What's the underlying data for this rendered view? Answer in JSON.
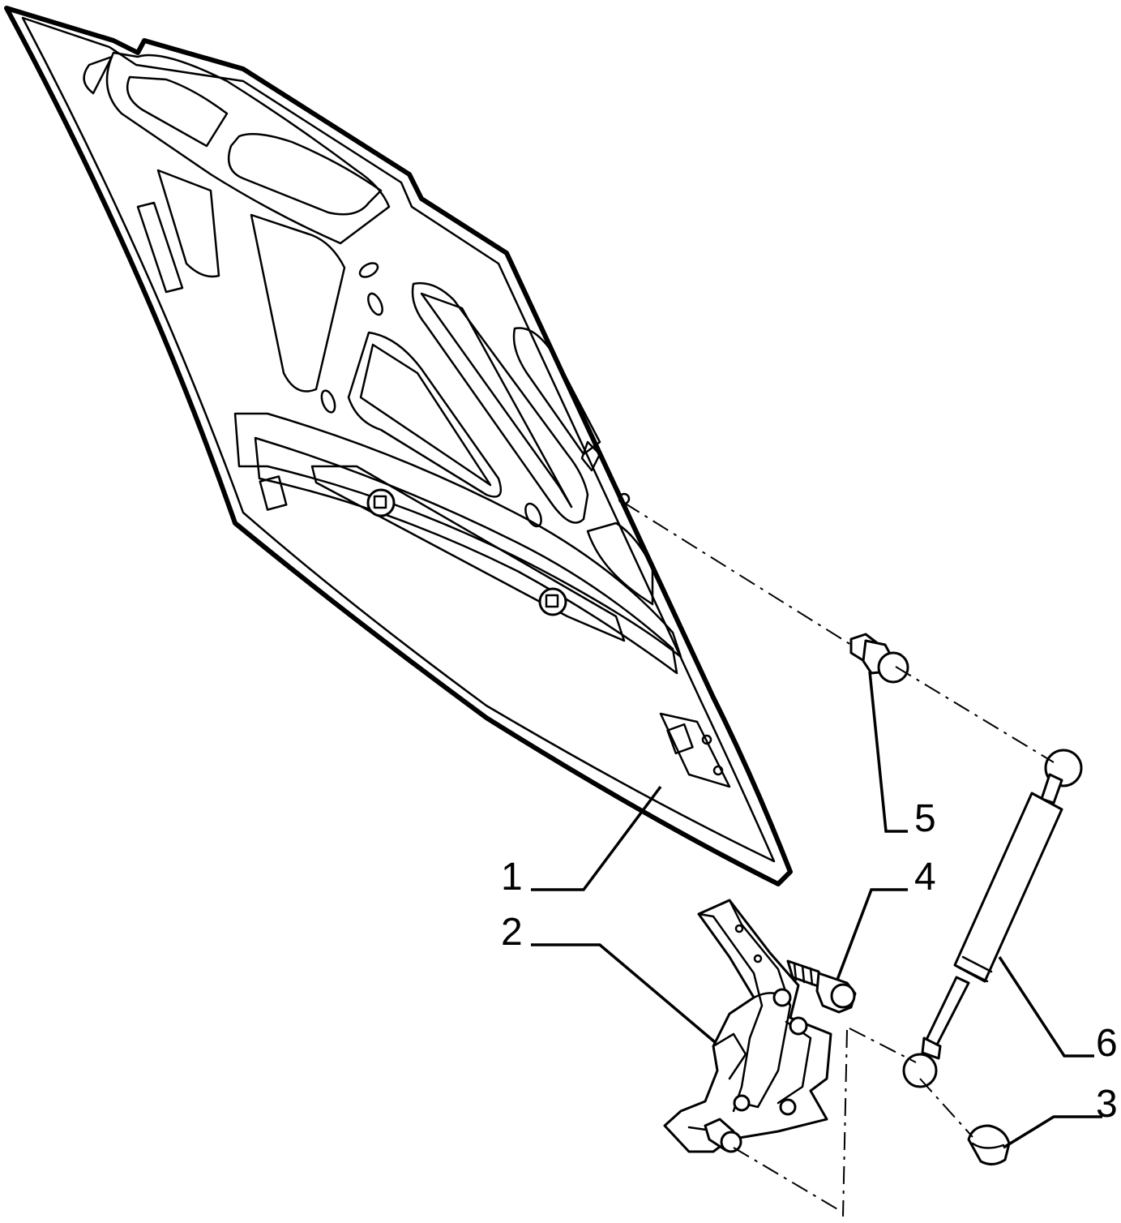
{
  "diagram": {
    "type": "exploded-parts-diagram",
    "callouts": [
      {
        "id": "1",
        "label": "1"
      },
      {
        "id": "2",
        "label": "2"
      },
      {
        "id": "3",
        "label": "3"
      },
      {
        "id": "4",
        "label": "4"
      },
      {
        "id": "5",
        "label": "5"
      },
      {
        "id": "6",
        "label": "6"
      }
    ]
  }
}
